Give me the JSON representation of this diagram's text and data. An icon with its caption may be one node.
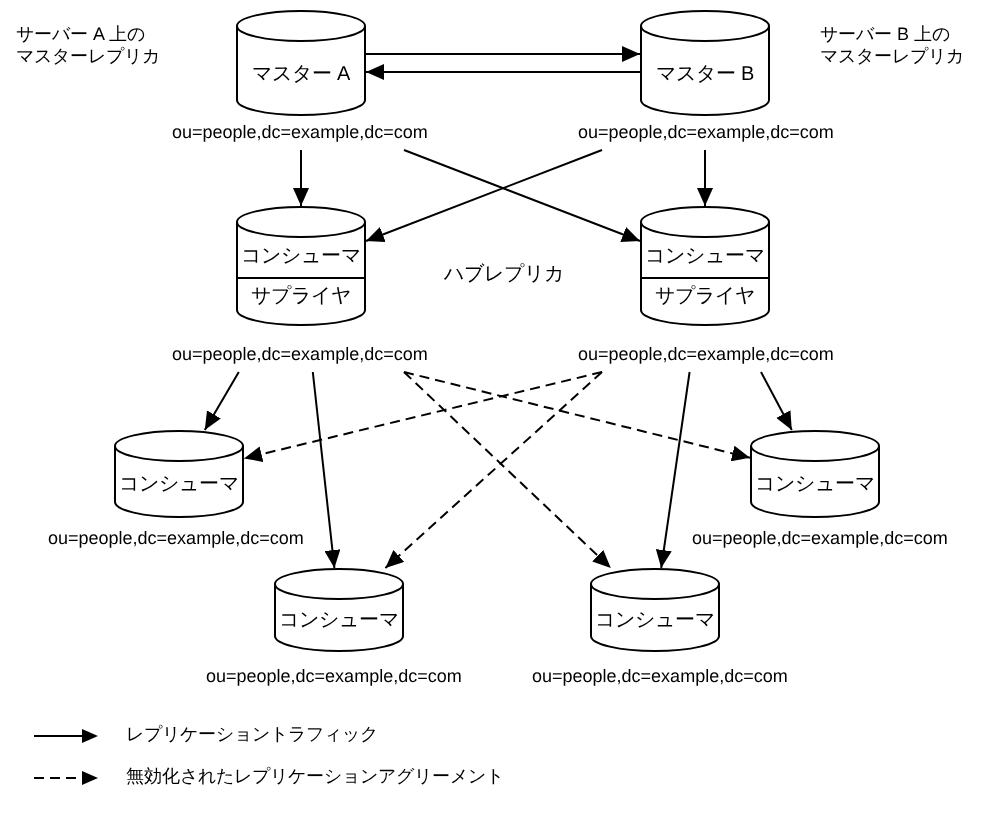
{
  "diagram": {
    "nodes": [
      {
        "text": [
          "マスター A"
        ],
        "beside": [
          "サーバー A 上のマスターレプリカ",
          "ou=people,dc=example,dc=com"
        ]
      },
      {
        "text": [
          "マスター B"
        ],
        "beside": [
          "サーバー B 上のマスターレプリカ",
          "ou=people,dc=example,dc=com"
        ]
      },
      {
        "text": [
          "コンシューマ",
          "サプライヤ"
        ],
        "beside": [
          "ou=people,dc=example,dc=com"
        ]
      },
      {
        "text": [
          "コンシューマ",
          "サプライヤ"
        ],
        "beside": [
          "ou=people,dc=example,dc=com"
        ]
      },
      {
        "text": [
          "コンシューマ"
        ],
        "beside": [
          "ou=people,dc=example,dc=com"
        ]
      },
      {
        "text": [
          "コンシューマ"
        ],
        "beside": [
          "ou=people,dc=example,dc=com"
        ]
      },
      {
        "text": [
          "コンシューマ"
        ],
        "beside": [
          "ou=people,dc=example,dc=com"
        ]
      },
      {
        "text": [
          "コンシューマ"
        ],
        "beside": [
          "ou=people,dc=example,dc=com"
        ]
      }
    ],
    "edges": [
      {
        "from": 0,
        "to": 1,
        "arrow": "to"
      },
      {
        "from": 1,
        "to": 0,
        "arrow": "to"
      },
      {
        "from": 0,
        "to": 2,
        "arrow": "to"
      },
      {
        "from": 0,
        "to": 3,
        "arrow": "to"
      },
      {
        "from": 1,
        "to": 2,
        "arrow": "to"
      },
      {
        "from": 1,
        "to": 3,
        "arrow": "to"
      },
      {
        "from": 2,
        "to": 4,
        "arrow": "to"
      },
      {
        "from": 2,
        "to": 6,
        "arrow": "to"
      },
      {
        "from": 2,
        "to": 7,
        "arrow": "to",
        "style": "dashed"
      },
      {
        "from": 2,
        "to": 5,
        "arrow": "to",
        "style": "dashed"
      },
      {
        "from": 3,
        "to": 5,
        "arrow": "to"
      },
      {
        "from": 3,
        "to": 7,
        "arrow": "to"
      },
      {
        "from": 3,
        "to": 4,
        "arrow": "to",
        "style": "dashed"
      },
      {
        "from": 3,
        "to": 6,
        "arrow": "to",
        "style": "dashed"
      }
    ],
    "labels": [
      "ハブレプリカ"
    ],
    "legend": [
      {
        "text": "レプリケーショントラフィック"
      },
      {
        "text": "無効化されたレプリケーションアグリーメント"
      }
    ]
  }
}
